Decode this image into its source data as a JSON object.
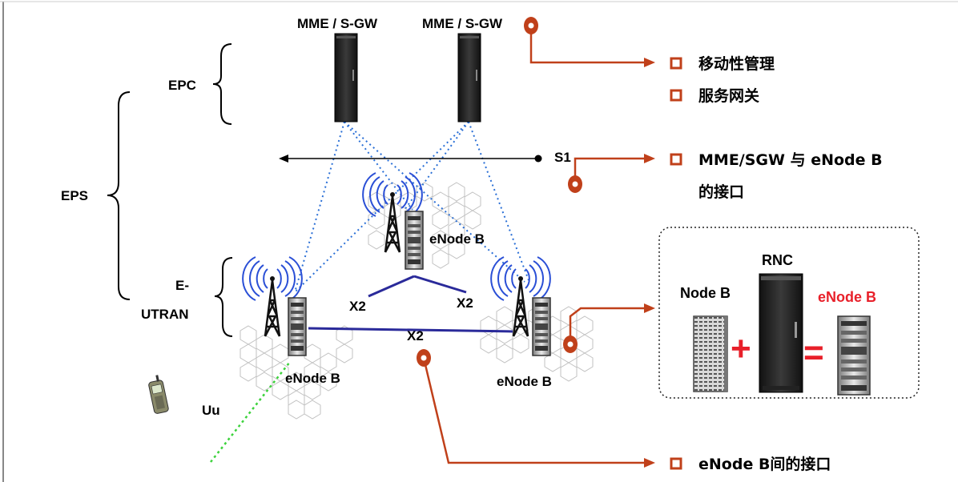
{
  "labels": {
    "mme_left": "MME / S-GW",
    "mme_right": "MME / S-GW",
    "epc": "EPC",
    "eps": "EPS",
    "eutran_line1": "E-",
    "eutran_line2": "UTRAN",
    "s1": "S1",
    "enodeb_top": "eNode B",
    "enodeb_left": "eNode B",
    "enodeb_right": "eNode B",
    "x2_left": "X2",
    "x2_right": "X2",
    "x2_bottom": "X2",
    "uu": "Uu"
  },
  "annotations": {
    "mme_roles": [
      "移动性管理",
      "服务网关"
    ],
    "s1_desc_line1": "MME/SGW 与 eNode B",
    "s1_desc_line2": "的接口",
    "x2_desc": "eNode B间的接口"
  },
  "equation": {
    "node_b": "Node B",
    "rnc": "RNC",
    "enode_b": "eNode B",
    "plus": "+",
    "equals": "="
  },
  "colors": {
    "accent": "#c0401a",
    "red": "#e8202a",
    "x2_line": "#2a2a9a",
    "dotted": "#2a6fd6",
    "uu_line": "#3cd23c",
    "antenna": "#2a4fd6"
  },
  "icons": [
    "server-rack-icon",
    "antenna-tower-icon",
    "mobile-phone-icon",
    "hexagon-cell-icon"
  ]
}
